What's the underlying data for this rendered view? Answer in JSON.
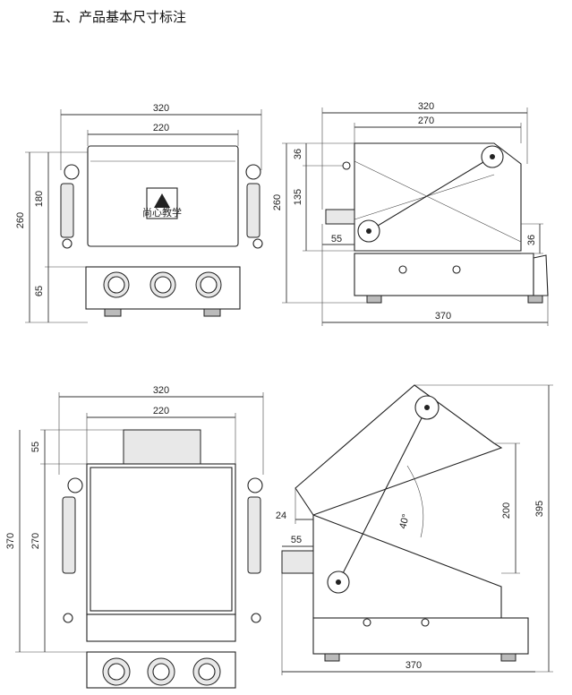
{
  "title": "五、产品基本尺寸标注",
  "views": {
    "front_closed": {
      "dims": {
        "overall_width": "320",
        "inner_width": "220",
        "overall_height": "260",
        "upper_height": "180",
        "base_height": "65"
      },
      "label_plate": "尚心教学"
    },
    "side_closed": {
      "dims": {
        "top_length": "320",
        "inner_length": "270",
        "overall_height": "260",
        "top_offset": "36",
        "upper_height": "135",
        "left_offset": "55",
        "right_offset": "36",
        "base_length": "370"
      }
    },
    "front_open": {
      "dims": {
        "overall_width": "320",
        "inner_width": "220",
        "top_offset": "55",
        "overall_height": "370",
        "body_height": "270"
      }
    },
    "side_open": {
      "dims": {
        "left_offset": "24",
        "shaft_offset": "55",
        "opening_height": "200",
        "angle": "40°",
        "overall_height": "395",
        "base_length": "370"
      }
    }
  }
}
